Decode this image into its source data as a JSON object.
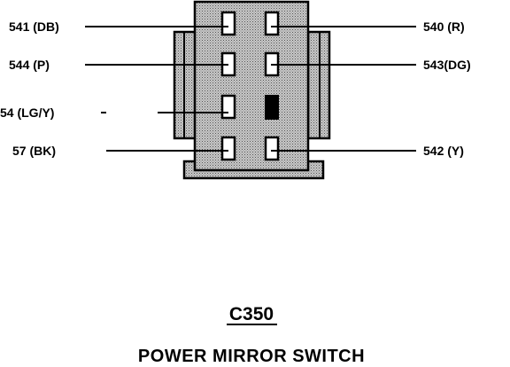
{
  "connector": {
    "id": "C350",
    "name": "POWER MIRROR SWITCH"
  },
  "pins": {
    "left": [
      {
        "label": "541 (DB)"
      },
      {
        "label": "544 (P)"
      },
      {
        "label": "54 (LG/Y)"
      },
      {
        "label": "57 (BK)"
      }
    ],
    "right": [
      {
        "label": "540 (R)"
      },
      {
        "label": "543(DG)"
      },
      {
        "label": "542 (Y)"
      }
    ]
  }
}
